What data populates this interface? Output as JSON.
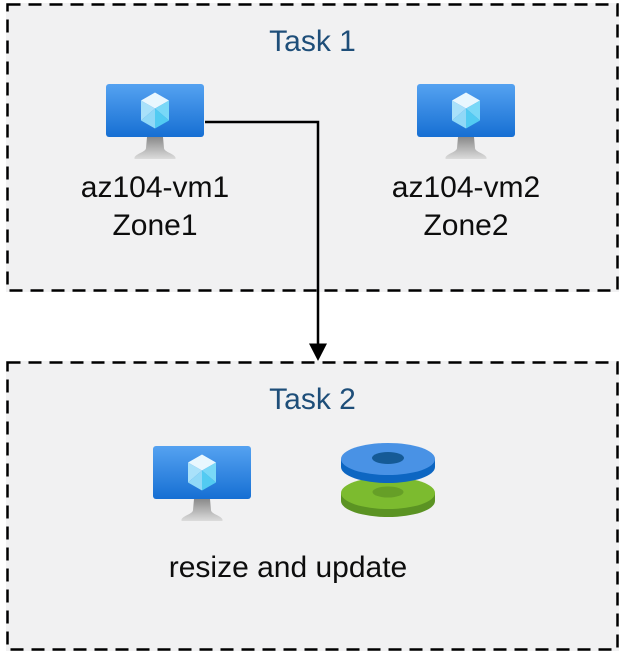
{
  "diagram": {
    "background_color": "#ffffff",
    "box_fill_color": "#f1f1f2",
    "border_color": "#000000",
    "title_color": "#1e4e79",
    "label_color": "#0d0d0d",
    "vm_screen_gradient": [
      "#55a2f1",
      "#166fd3"
    ],
    "cube_face_colors": [
      "#e9f7fe",
      "#a9e1fa",
      "#52cbf2"
    ],
    "disk_blue_top": "#4992e5",
    "disk_blue_side": "#0d66c2",
    "disk_green_top": "#7cbb2f",
    "disk_green_side": "#5b9323"
  },
  "task1": {
    "title": "Task 1",
    "vms": [
      {
        "name": "az104-vm1",
        "zone": "Zone1",
        "icon": "azure-virtual-machine-icon"
      },
      {
        "name": "az104-vm2",
        "zone": "Zone2",
        "icon": "azure-virtual-machine-icon"
      }
    ]
  },
  "task2": {
    "title": "Task 2",
    "caption": "resize and update",
    "icons": [
      "azure-virtual-machine-icon",
      "azure-disks-icon"
    ]
  },
  "connector": {
    "type": "elbow-arrow",
    "from": "az104-vm1",
    "to": "Task 2 box"
  }
}
